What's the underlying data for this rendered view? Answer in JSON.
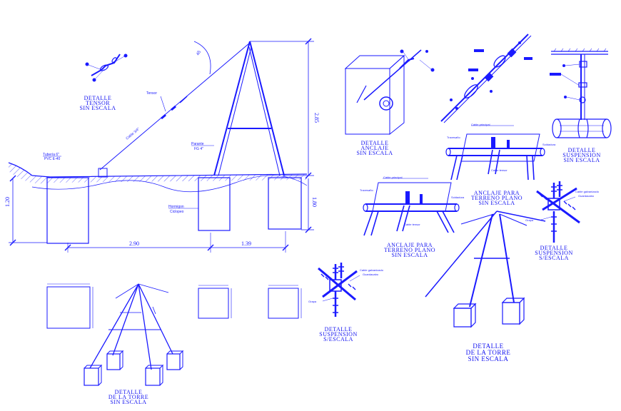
{
  "colors": {
    "ink": "#1a1aff",
    "background": "#ffffff"
  },
  "elevation": {
    "tuberia_1": "Tubería 6\"",
    "tuberia_2": "PVC E-40",
    "tensor": "Tensor",
    "cable": "Cable 3/4\"",
    "parante_1": "Parante",
    "parante_2": "FG 4\"",
    "angle": "45",
    "hormigon_1": "Hormigon",
    "hormigon_2": "Ciclopeo",
    "dim_height": "2.85",
    "dim_depth_left": "1.20",
    "dim_depth_right": "1.80",
    "dim_span_1": "2.90",
    "dim_span_2": "1.39"
  },
  "titles": {
    "tensor_detail": [
      "DETALLE",
      "TENSOR",
      "SIN ESCALA"
    ],
    "anclaje_detail": [
      "DETALLE",
      "ANCLAJE",
      "SIN ESCALA"
    ],
    "suspension_top": [
      "DETALLE",
      "SUSPENSION",
      "SIN ESCALA"
    ],
    "anclaje_terreno_right": [
      "ANCLAJE PARA",
      "TERRENO PLANO",
      "SIN ESCALA"
    ],
    "anclaje_terreno_left": [
      "ANCLAJE PARA",
      "TERRENO PLANO",
      "SIN ESCALA"
    ],
    "suspension_mid": [
      "DETALLE",
      "SUSPENSION",
      "S/ESCALA"
    ],
    "suspension_bottom": [
      "DETALLE",
      "SUSPENSION",
      "S/ESCALA"
    ],
    "torre_right": [
      "DETALLE",
      "DE LA TORRE",
      "SIN ESCALA"
    ],
    "torre_left": [
      "DETALLE",
      "DE LA TORRE",
      "SIN ESCALA"
    ]
  },
  "small_labels": {
    "travesano": "Travesaño",
    "soldadura": "Soldadura",
    "cable_tensor": "Cable tensor",
    "grapa": "Grapa",
    "cable_principal": "Cable principal",
    "guardacabo": "Guardacabo",
    "cable_galvanizado": "Cable galvanizado"
  }
}
